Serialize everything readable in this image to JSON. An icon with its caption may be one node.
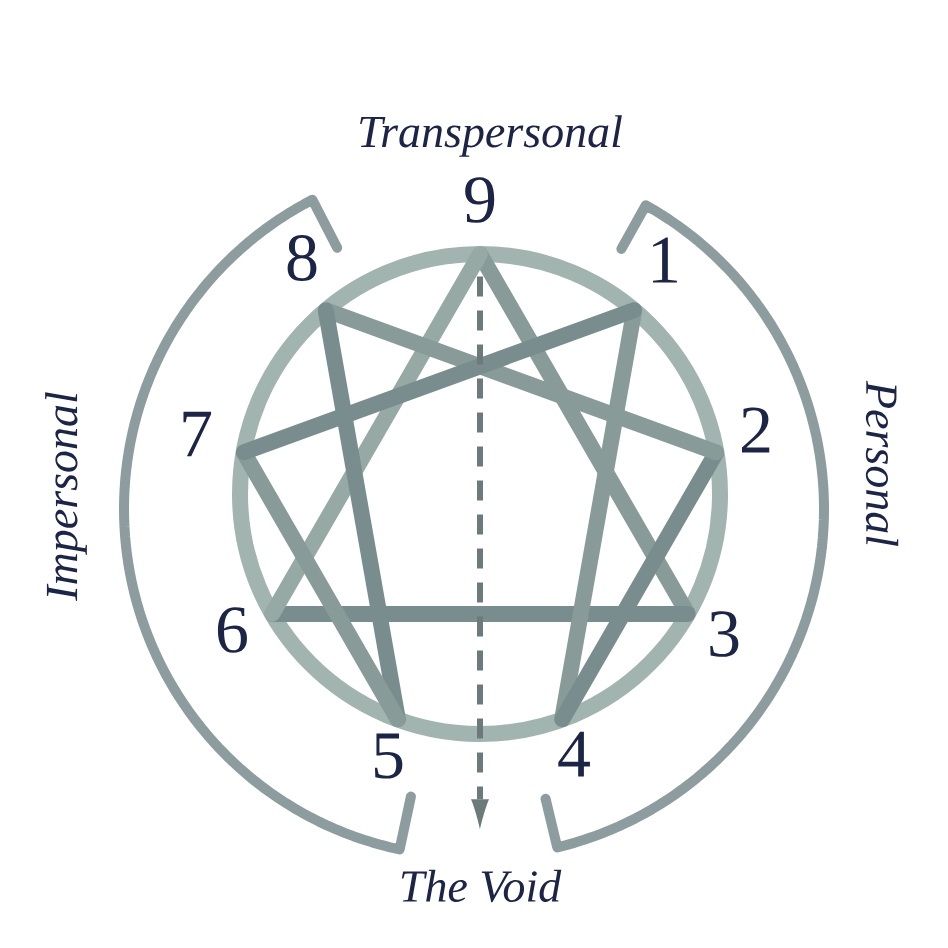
{
  "diagram": {
    "nodes": [
      {
        "text": [
          "9"
        ]
      },
      {
        "text": [
          "8"
        ]
      },
      {
        "text": [
          "1"
        ]
      },
      {
        "text": [
          "7"
        ]
      },
      {
        "text": [
          "2"
        ]
      },
      {
        "text": [
          "6"
        ]
      },
      {
        "text": [
          "3"
        ]
      },
      {
        "text": [
          "5"
        ]
      },
      {
        "text": [
          "4"
        ]
      },
      {
        "text": [
          "The Void"
        ]
      }
    ],
    "edges": [
      {
        "from": 0,
        "to": 6,
        "arrow": "none"
      },
      {
        "from": 6,
        "to": 5,
        "arrow": "none"
      },
      {
        "from": 5,
        "to": 0,
        "arrow": "none"
      },
      {
        "from": 2,
        "to": 8,
        "arrow": "none"
      },
      {
        "from": 8,
        "to": 4,
        "arrow": "none"
      },
      {
        "from": 4,
        "to": 1,
        "arrow": "none"
      },
      {
        "from": 1,
        "to": 7,
        "arrow": "none"
      },
      {
        "from": 7,
        "to": 3,
        "arrow": "none"
      },
      {
        "from": 3,
        "to": 2,
        "arrow": "none"
      },
      {
        "from": 0,
        "to": 9,
        "arrow": "to",
        "style": "dashed",
        "color": "#6c7a7c"
      }
    ],
    "labels": [
      "Transpersonal",
      "Impersonal",
      "Personal"
    ]
  }
}
